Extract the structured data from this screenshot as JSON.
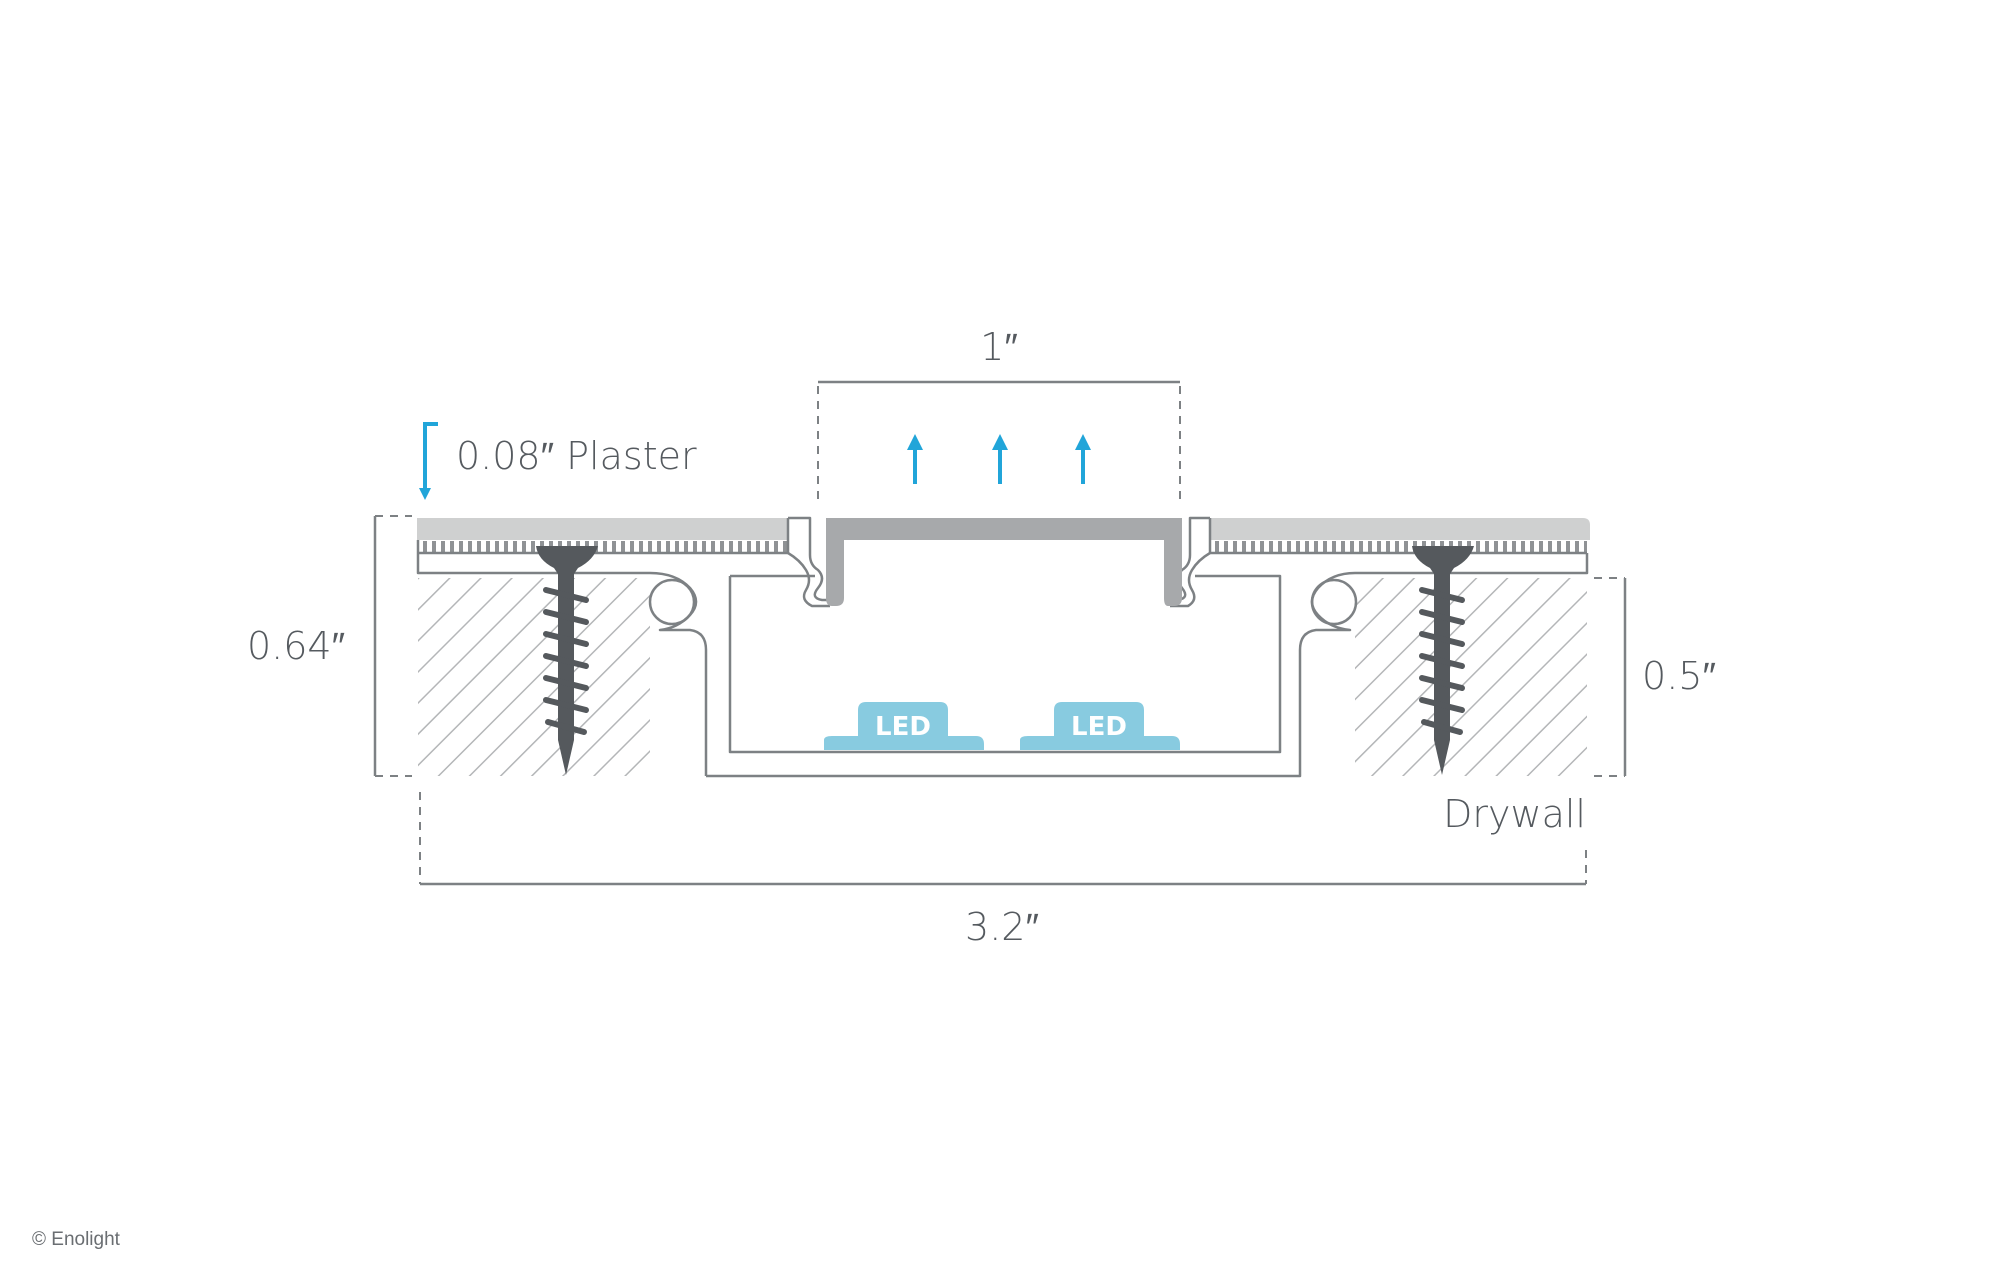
{
  "labels": {
    "top_width": "1″",
    "plaster": "0.08″ Plaster",
    "left_height": "0.64″",
    "right_height": "0.5″",
    "drywall": "Drywall",
    "bottom_width": "3.2″",
    "led_left": "LED",
    "led_right": "LED",
    "copyright": "© Enolight"
  },
  "colors": {
    "dimension_line": "#7d8184",
    "text": "#555a5f",
    "profile_outline": "#7d8184",
    "plaster": "#cfd0d0",
    "diffuser": "#a7a9ab",
    "hatch": "#b4b6b8",
    "screw": "#55595d",
    "accent_blue": "#21a5d9",
    "led": "#88cbe0"
  },
  "icons": {
    "light_arrow": "arrow-up-icon",
    "plaster_pointer": "corner-arrow-down-icon",
    "screw": "drywall-screw-icon"
  }
}
